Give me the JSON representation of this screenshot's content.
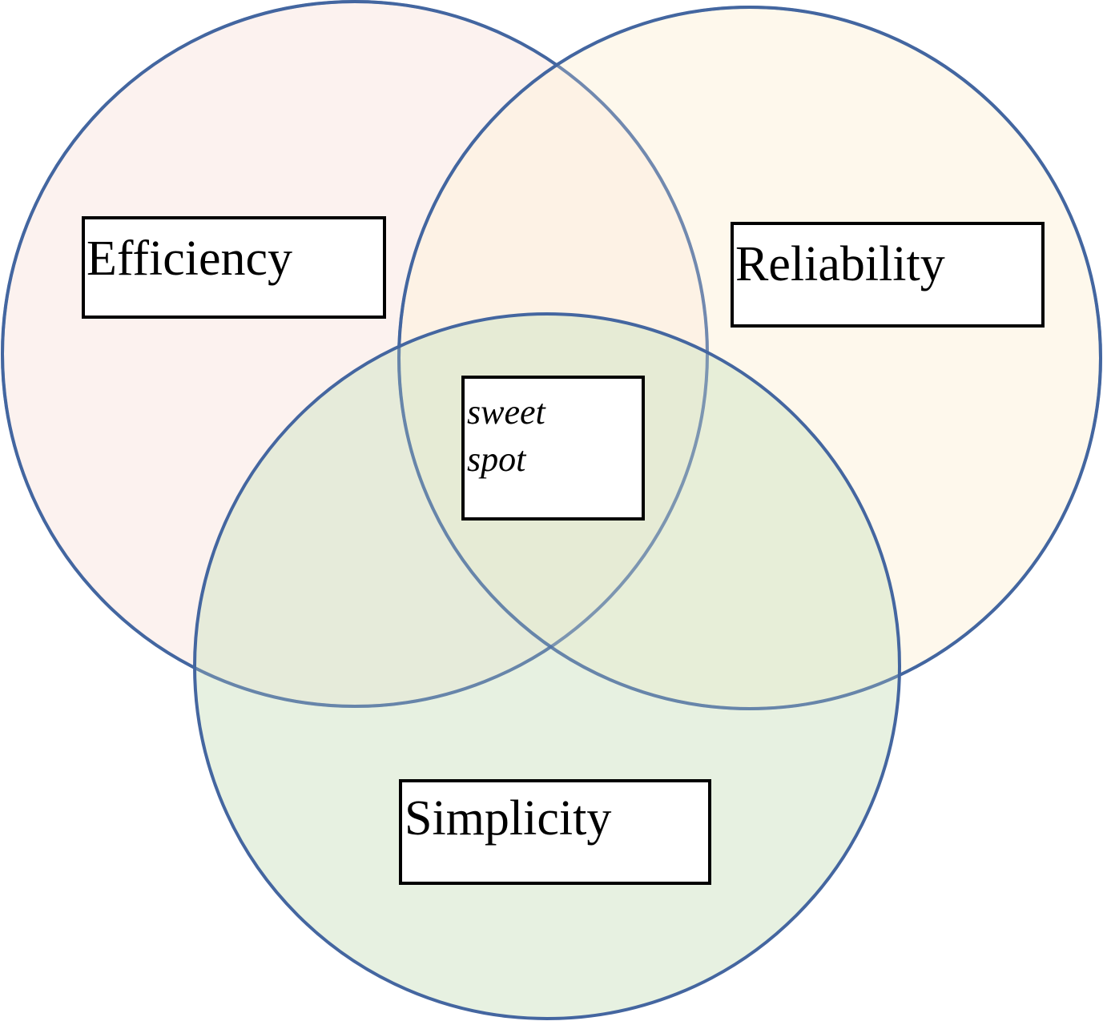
{
  "sets": [
    {
      "id": "efficiency",
      "label": "Efficiency",
      "fill": "#f9e3dc",
      "stroke": "#4466a0"
    },
    {
      "id": "reliability",
      "label": "Reliability",
      "fill": "#fdf3dd",
      "stroke": "#4466a0"
    },
    {
      "id": "simplicity",
      "label": "Simplicity",
      "fill": "#d4e6c8",
      "stroke": "#4466a0"
    }
  ],
  "intersection": {
    "label_line1": "sweet",
    "label_line2": "spot"
  },
  "colors": {
    "circle_stroke": "#4466a0",
    "box_border": "#000000",
    "background": "#ffffff"
  }
}
